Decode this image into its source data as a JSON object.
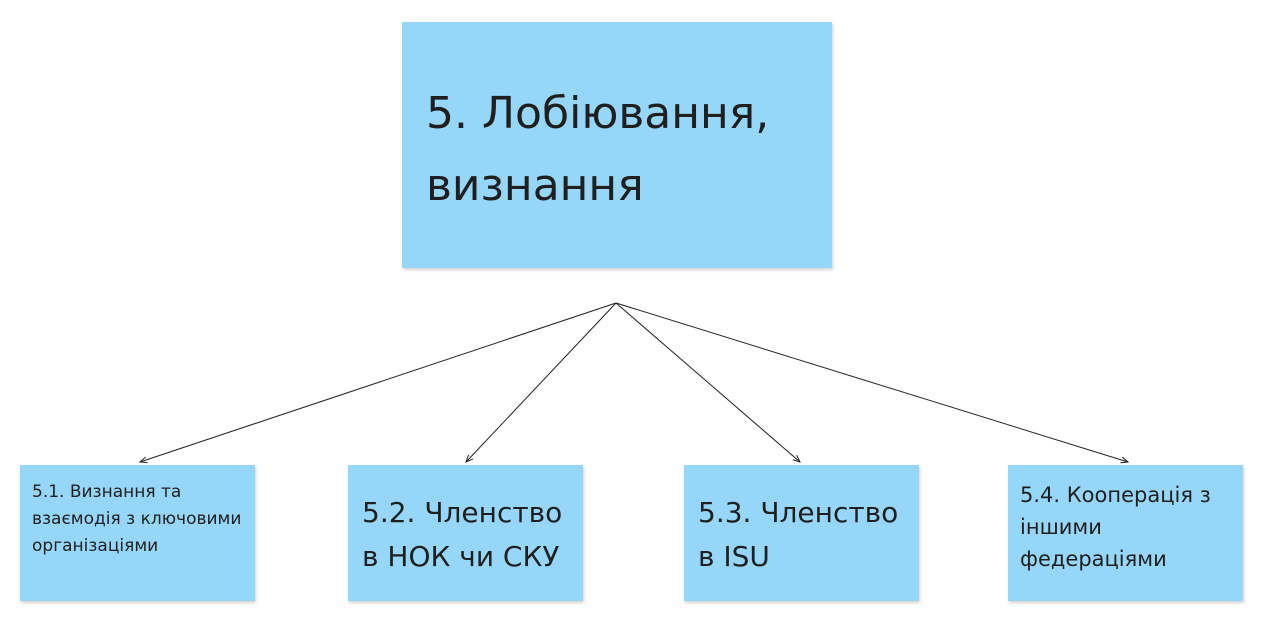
{
  "diagram": {
    "note_color": "#96d6f8",
    "root": {
      "label": "5. Лобіювання, визнання"
    },
    "children": [
      {
        "label": "5.1. Визнання та взаємодія з ключовими організаціями"
      },
      {
        "label": "5.2. Членство в НОК чи СКУ"
      },
      {
        "label": "5.3. Членство в ISU"
      },
      {
        "label": "5.4. Кооперація з іншими федераціями"
      }
    ]
  }
}
